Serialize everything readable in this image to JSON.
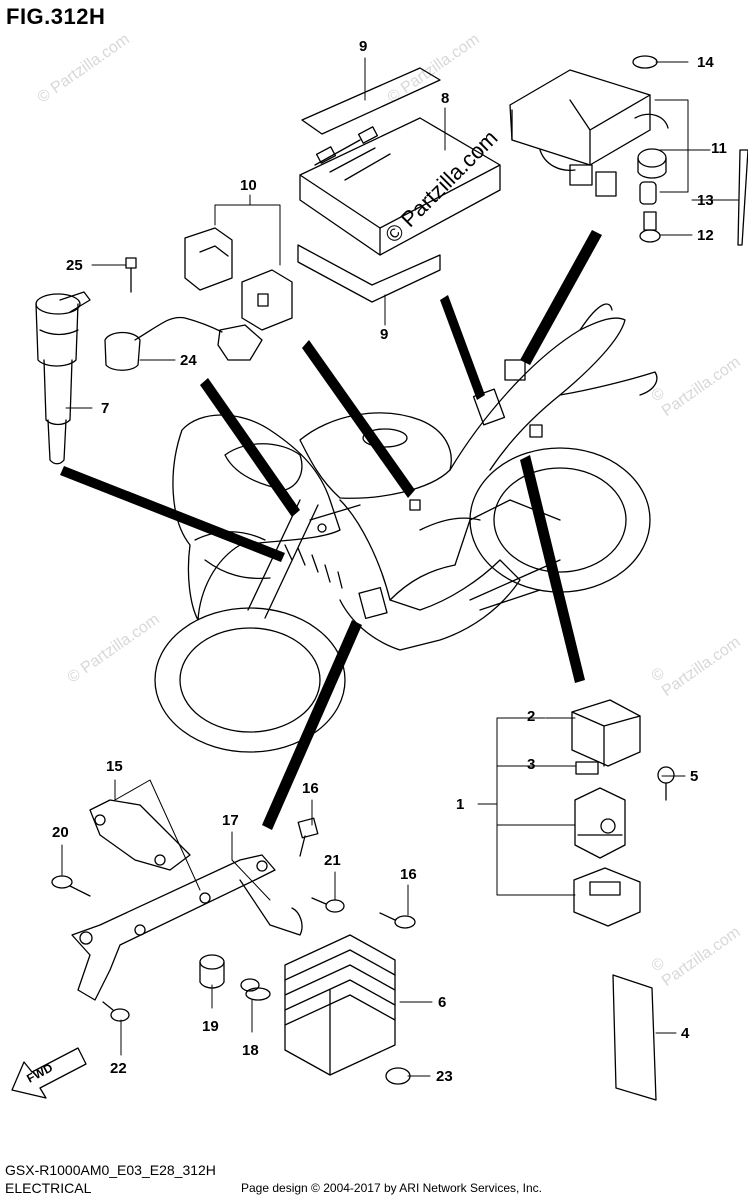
{
  "figure_id": "FIG.312H",
  "model_code": "GSX-R1000AM0_E03_E28_312H",
  "section": "ELECTRICAL",
  "credit": "Page design © 2004-2017 by ARI Network Services, Inc.",
  "watermark": "© Partzilla.com",
  "fwd_label": "FWD",
  "callouts": {
    "c1": "1",
    "c2": "2",
    "c3": "3",
    "c4": "4",
    "c5": "5",
    "c6": "6",
    "c7": "7",
    "c8": "8",
    "c9a": "9",
    "c9b": "9",
    "c10": "10",
    "c11": "11",
    "c12": "12",
    "c13": "13",
    "c14": "14",
    "c15": "15",
    "c16a": "16",
    "c16b": "16",
    "c17": "17",
    "c18": "18",
    "c19": "19",
    "c20": "20",
    "c21": "21",
    "c22": "22",
    "c23": "23",
    "c24": "24",
    "c25": "25"
  }
}
